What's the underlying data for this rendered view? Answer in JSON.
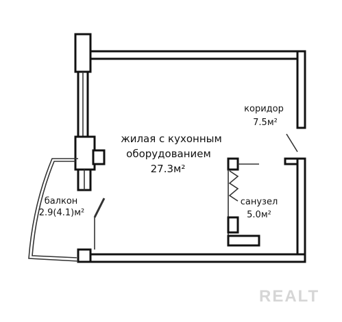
{
  "rooms": {
    "living": {
      "line1": "жилая с кухонным",
      "line2": "оборудованием",
      "area": "27.3м²"
    },
    "corridor": {
      "name": "коридор",
      "area": "7.5м²"
    },
    "bathroom": {
      "name": "санузел",
      "area": "5.0м²"
    },
    "balcony": {
      "name": "балкон",
      "area": "2.9(4.1)м²"
    }
  },
  "watermark": "REALT"
}
